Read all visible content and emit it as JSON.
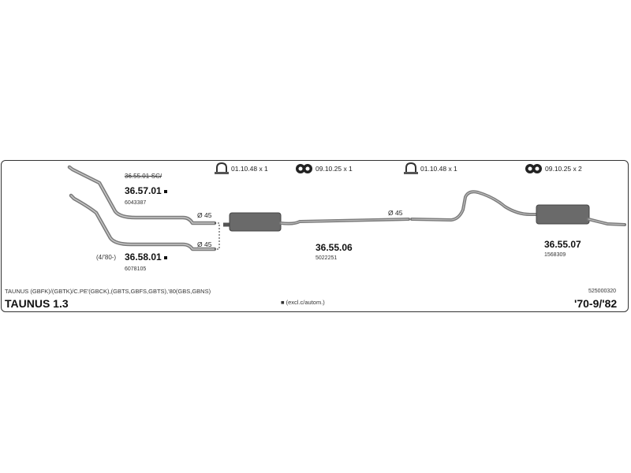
{
  "fittings": {
    "clamp_1": "01.10.48 x 1",
    "bracket_1": "09.10.25 x 1",
    "clamp_2": "01.10.48 x 1",
    "bracket_2": "09.10.25 x 2"
  },
  "front_pipes": {
    "replaced_note": "36.55.01-SC/",
    "upper_part": "36.57.01",
    "upper_oe": "6043387",
    "lower_prefix": "(4/'80-)",
    "lower_part": "36.58.01",
    "lower_oe": "6078105",
    "diameter_upper": "Ø 45",
    "diameter_lower": "Ø 45"
  },
  "middle": {
    "part": "36.55.06",
    "oe": "5022251",
    "diameter": "Ø 45"
  },
  "rear": {
    "part": "36.55.07",
    "oe": "1568309"
  },
  "footer": {
    "models": "TAUNUS (GBFK)/(GBTK)/C.PE'(GBCK),(GBTS,GBFS,GBTS),'80(GBS,GBNS)",
    "catalog_no": "525000320",
    "vehicle": "TAUNUS 1.3",
    "legend": "■ (excl.c/autom.)",
    "years": "'70-9/'82"
  },
  "icons": {
    "marker": "square-marker-icon",
    "clamp": "u-clamp-icon",
    "bracket": "rubber-hanger-icon"
  },
  "colors": {
    "pipe": "#7a7a7a",
    "muffler": "#6a6a6a",
    "border": "#333333"
  }
}
